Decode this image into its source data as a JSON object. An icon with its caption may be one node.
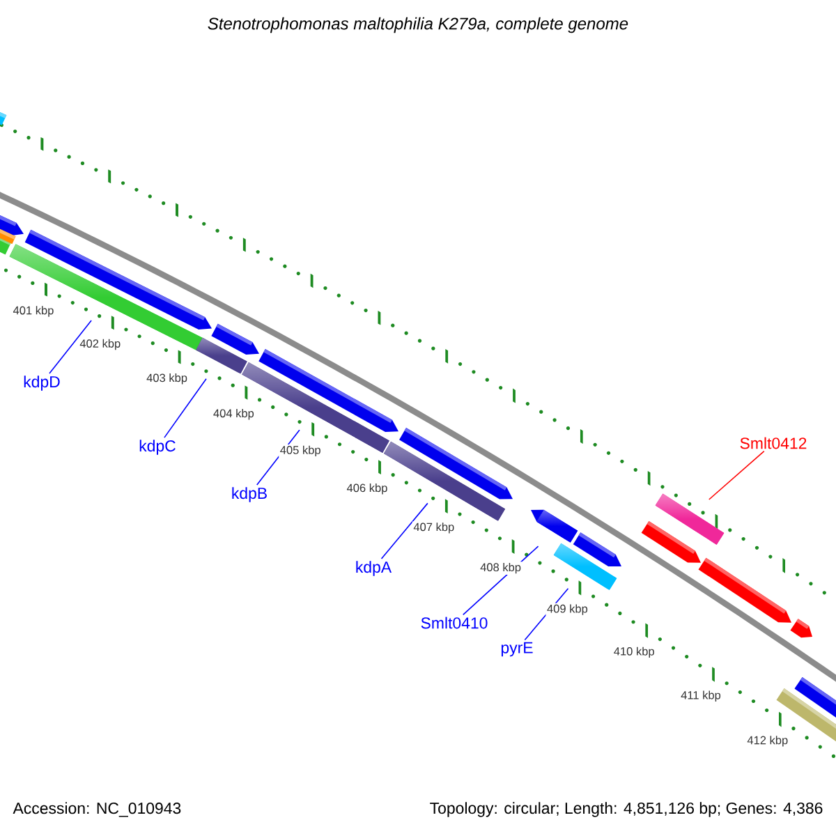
{
  "diagram": {
    "title": "Stenotrophomonas maltophilia K279a, complete genome",
    "nodes": [
      {
        "text": [
          "kdpD"
        ]
      },
      {
        "text": [
          "kdpC"
        ]
      },
      {
        "text": [
          "kdpB"
        ]
      },
      {
        "text": [
          "kdpA"
        ]
      },
      {
        "text": [
          "Smlt0410"
        ]
      },
      {
        "text": [
          "pyrE"
        ]
      },
      {
        "text": [
          "Smlt0412"
        ]
      },
      {
        "text": [],
        "shape": "bar"
      },
      {
        "text": [],
        "shape": "bar"
      },
      {
        "text": [],
        "shape": "bar"
      },
      {
        "text": [],
        "shape": "bar"
      },
      {
        "text": [],
        "shape": "bar"
      },
      {
        "text": [],
        "shape": "bar"
      },
      {
        "text": [],
        "shape": "bar"
      }
    ],
    "edges": [
      {
        "from": 0,
        "to": 7,
        "arrow": "none"
      },
      {
        "from": 1,
        "to": 8,
        "arrow": "none"
      },
      {
        "from": 2,
        "to": 9,
        "arrow": "none"
      },
      {
        "from": 3,
        "to": 10,
        "arrow": "none"
      },
      {
        "from": 4,
        "to": 11,
        "arrow": "none"
      },
      {
        "from": 5,
        "to": 12,
        "arrow": "none"
      },
      {
        "from": 6,
        "to": 13,
        "arrow": "none",
        "color": "#ff0000"
      }
    ],
    "labels": [
      "401 kbp",
      "402 kbp",
      "403 kbp",
      "404 kbp",
      "405 kbp",
      "406 kbp",
      "407 kbp",
      "408 kbp",
      "409 kbp",
      "410 kbp",
      "411 kbp",
      "412 kbp",
      "Accession: NC_010943",
      "Topology: circular; Length: 4,851,126 bp; Genes: 4,386"
    ]
  }
}
